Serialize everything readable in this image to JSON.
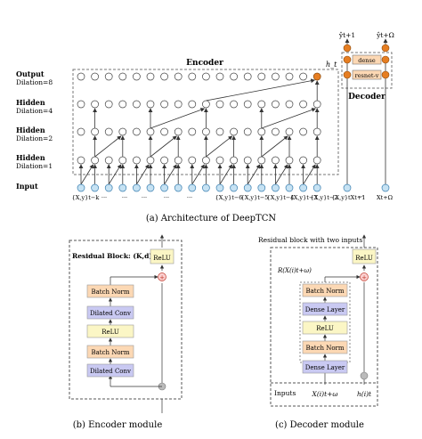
{
  "architecture": {
    "encoder_label": "Encoder",
    "decoder_label": "Decoder",
    "h_label": "h_t",
    "rows": [
      {
        "name": "Output",
        "sub": "Dilation=8"
      },
      {
        "name": "Hidden",
        "sub": "Dilation=4"
      },
      {
        "name": "Hidden",
        "sub": "Dilation=2"
      },
      {
        "name": "Hidden",
        "sub": "Dilation=1"
      },
      {
        "name": "Input",
        "sub": ""
      }
    ],
    "input_labels": [
      "{X,y}t−k",
      "···",
      "···",
      "···",
      "···",
      "···",
      "{X,y}t−6",
      "{X,y}t−5",
      "{X,y}t−4",
      "{X,y}t−3",
      "{X,y}t−2",
      "{X,y}t",
      "Xt+1",
      "Xt+Ω"
    ],
    "input_dots": "···",
    "dec_dense": "dense",
    "dec_resnet": "resnet-v",
    "dec_out1": "ŷt+1",
    "dec_out2": "ŷt+Ω",
    "caption": "(a) Architecture of DeepTCN"
  },
  "encoder_module": {
    "title": "Residual Block: (K,d)",
    "blocks": [
      "Batch Norm",
      "Dilated Conv",
      "ReLU",
      "Batch Norm",
      "Dilated Conv"
    ],
    "relu": "ReLU",
    "caption": "(b) Encoder module"
  },
  "decoder_module": {
    "title": "Residual block with two inputs",
    "r_label": "R(X(i)t+ω)",
    "blocks": [
      "Batch Norm",
      "Dense Layer",
      "ReLU",
      "Batch Norm",
      "Dense Layer"
    ],
    "relu": "ReLU",
    "inputs_label": "Inputs",
    "input_x": "X(i)t+ω",
    "input_h": "h(i)t",
    "caption": "(c) Decoder module"
  },
  "colors": {
    "node_fill": "#c6e2f3",
    "node_stroke": "#3a7fb0",
    "hidden_fill": "#ffffff",
    "orange": "#e67e22",
    "batchnorm": "#fcd8b4",
    "dilated": "#c9c9f2",
    "relu": "#fbf6c5"
  }
}
